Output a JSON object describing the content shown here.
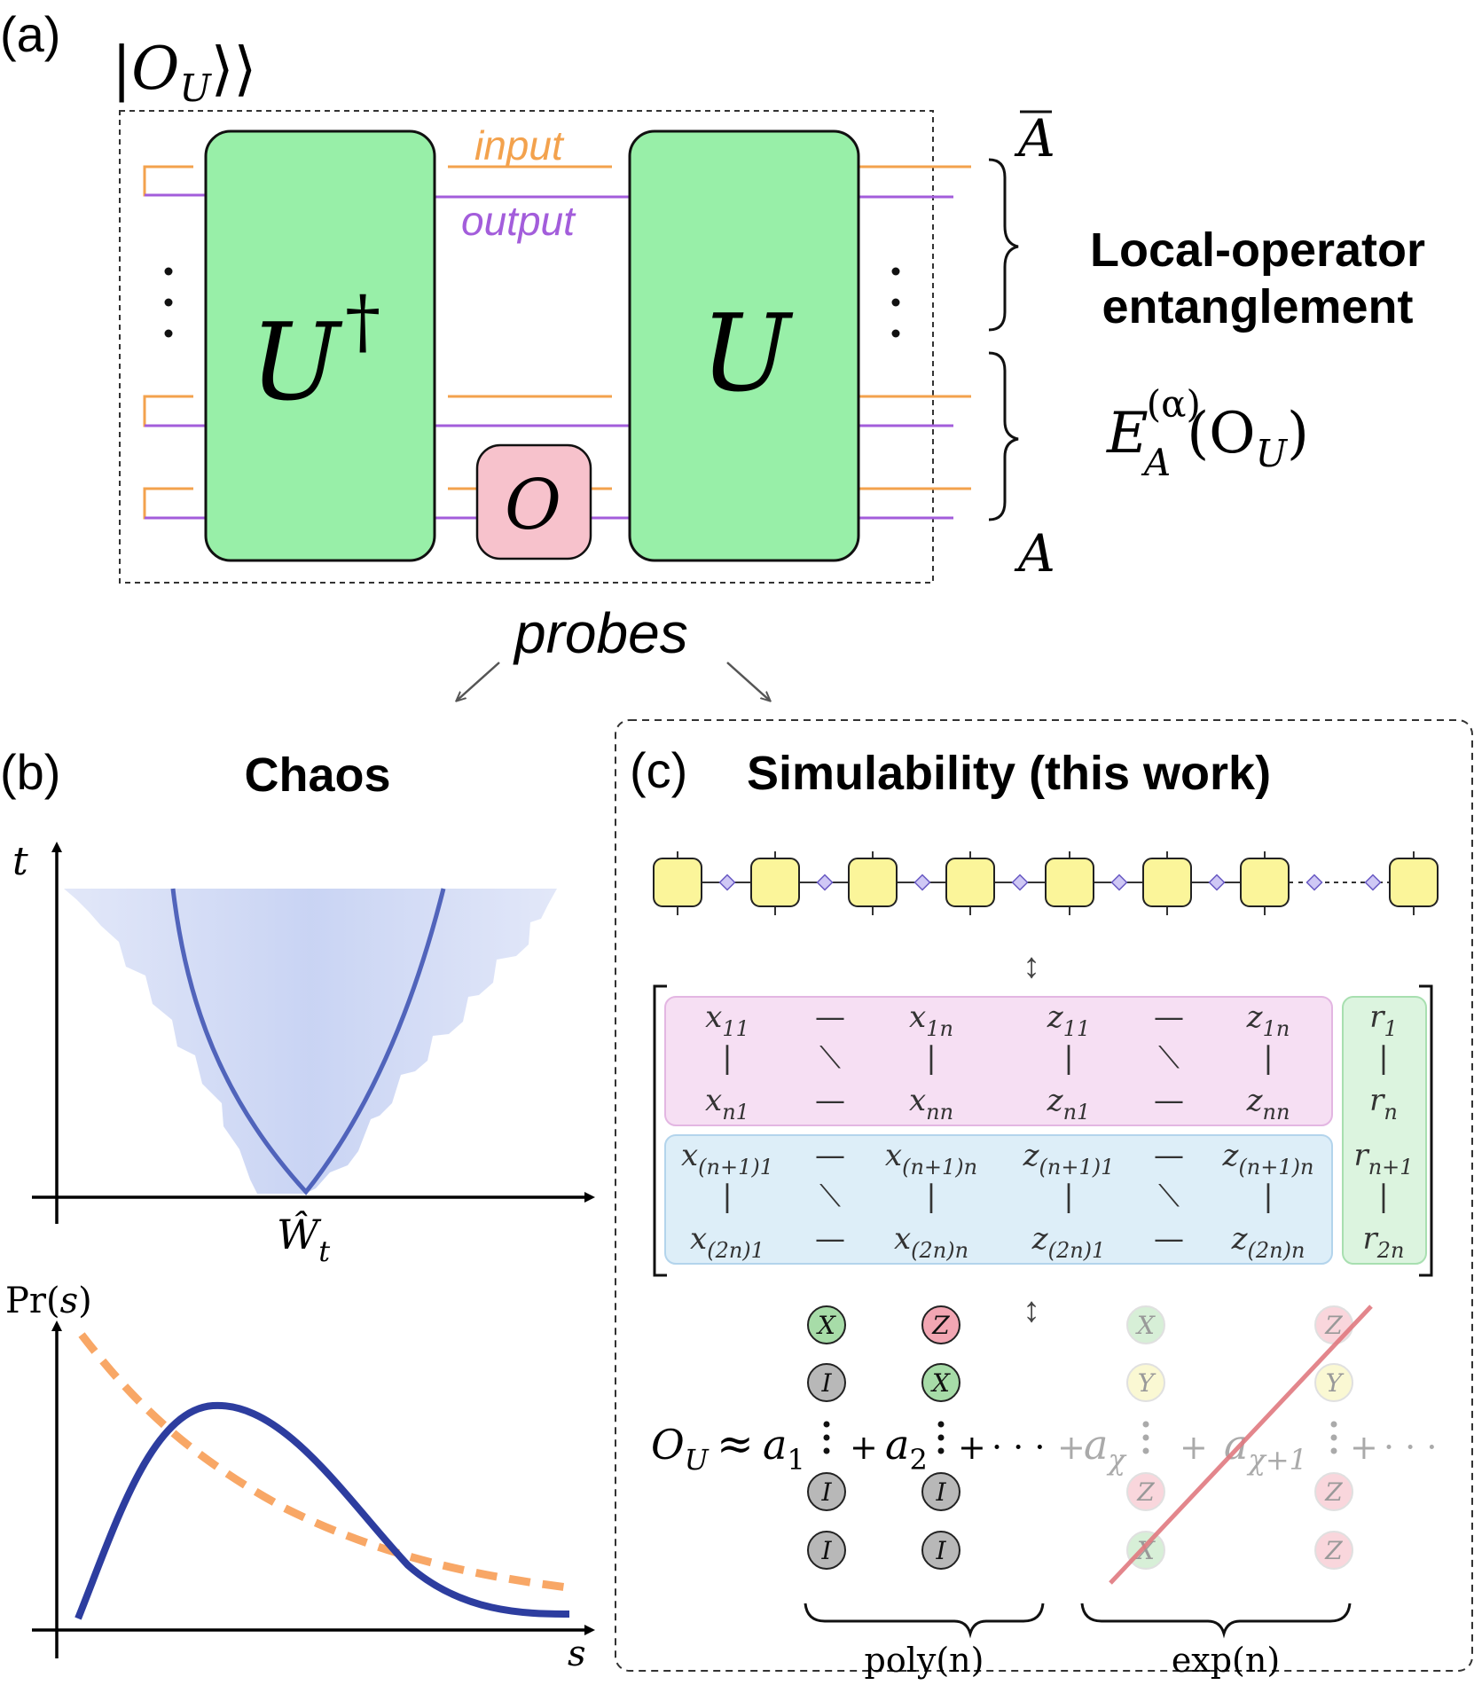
{
  "panel_a": {
    "label": "(a)",
    "ket": "|O",
    "ket_sub": "U",
    "ket_close": "⟩⟩",
    "gate_left": "U",
    "gate_left_dagger": "†",
    "gate_right": "U",
    "op": "O",
    "input_label": "input",
    "output_label": "output",
    "vdots": "⋮",
    "region_top": "A",
    "region_bottom": "A",
    "title_line1": "Local-operator",
    "title_line2": "entanglement",
    "formula_E": "E",
    "formula_sup": "(α)",
    "formula_sub": "A",
    "formula_args": "(O",
    "formula_args_sub": "U",
    "formula_close": ")",
    "probes": "probes"
  },
  "panel_b": {
    "label": "(b)",
    "title": "Chaos",
    "axis_t": "t",
    "axis_w": "Ŵ",
    "axis_w_sub": "t",
    "axis_pr": "Pr(",
    "axis_pr_var": "s",
    "axis_pr_close": ")",
    "axis_s": "s"
  },
  "panel_c": {
    "label": "(c)",
    "title": "Simulability (this work)",
    "arrow_glyph": "↕",
    "matrix_top_rows": [
      [
        [
          "x",
          "11"
        ],
        [
          "—",
          ""
        ],
        [
          "x",
          "1n"
        ],
        [
          "z",
          "11"
        ],
        [
          "—",
          ""
        ],
        [
          "z",
          "1n"
        ]
      ],
      [
        [
          "|",
          ""
        ],
        [
          "⟍",
          ""
        ],
        [
          "|",
          ""
        ],
        [
          "|",
          ""
        ],
        [
          "⟍",
          ""
        ],
        [
          "|",
          ""
        ]
      ],
      [
        [
          "x",
          "n1"
        ],
        [
          "—",
          ""
        ],
        [
          "x",
          "nn"
        ],
        [
          "z",
          "n1"
        ],
        [
          "—",
          ""
        ],
        [
          "z",
          "nn"
        ]
      ]
    ],
    "matrix_bottom_rows": [
      [
        [
          "x",
          "(n+1)1"
        ],
        [
          "—",
          ""
        ],
        [
          "x",
          "(n+1)n"
        ],
        [
          "z",
          "(n+1)1"
        ],
        [
          "—",
          ""
        ],
        [
          "z",
          "(n+1)n"
        ]
      ],
      [
        [
          "|",
          ""
        ],
        [
          "⟍",
          ""
        ],
        [
          "|",
          ""
        ],
        [
          "|",
          ""
        ],
        [
          "⟍",
          ""
        ],
        [
          "|",
          ""
        ]
      ],
      [
        [
          "x",
          "(2n)1"
        ],
        [
          "—",
          ""
        ],
        [
          "x",
          "(2n)n"
        ],
        [
          "z",
          "(2n)1"
        ],
        [
          "—",
          ""
        ],
        [
          "z",
          "(2n)n"
        ]
      ]
    ],
    "r_column": [
      [
        "r",
        "1"
      ],
      [
        "|",
        ""
      ],
      [
        "r",
        "n"
      ],
      [
        "r",
        "n+1"
      ],
      [
        "|",
        ""
      ],
      [
        "r",
        "2n"
      ]
    ],
    "pauli_col1": [
      "X",
      "I",
      "I",
      "I"
    ],
    "pauli_col2": [
      "Z",
      "X",
      "I",
      "I"
    ],
    "pauli_col3": [
      "X",
      "Y",
      "Z",
      "X"
    ],
    "pauli_col4": [
      "Z",
      "Y",
      "Z",
      "Z"
    ],
    "eq_O": "O",
    "eq_O_sub": "U",
    "eq_approx": "≈",
    "eq_a": "a",
    "eq_sub1": "1",
    "eq_sub2": "2",
    "eq_subchi": "χ",
    "eq_subchi1": "χ+1",
    "eq_plus": "+",
    "eq_cdots": "· · ·",
    "brace_left_label": "poly(n)",
    "brace_right_label": "exp(n)"
  },
  "colors": {
    "gate_green": "#98efa8",
    "op_pink": "#f7c2cc",
    "wire_orange": "#f3a24d",
    "wire_purple": "#a35ddb",
    "mps_yellow": "#fbf59a",
    "matrix_pink": "#f6dff3",
    "matrix_blue": "#ddeef8",
    "r_green": "#dcf4df",
    "curve_blue": "#2d3d9f",
    "dashed_orange": "#f8a766",
    "cross_red": "#e07a80"
  },
  "chart_data": {
    "type": "line",
    "x": [],
    "series": []
  }
}
